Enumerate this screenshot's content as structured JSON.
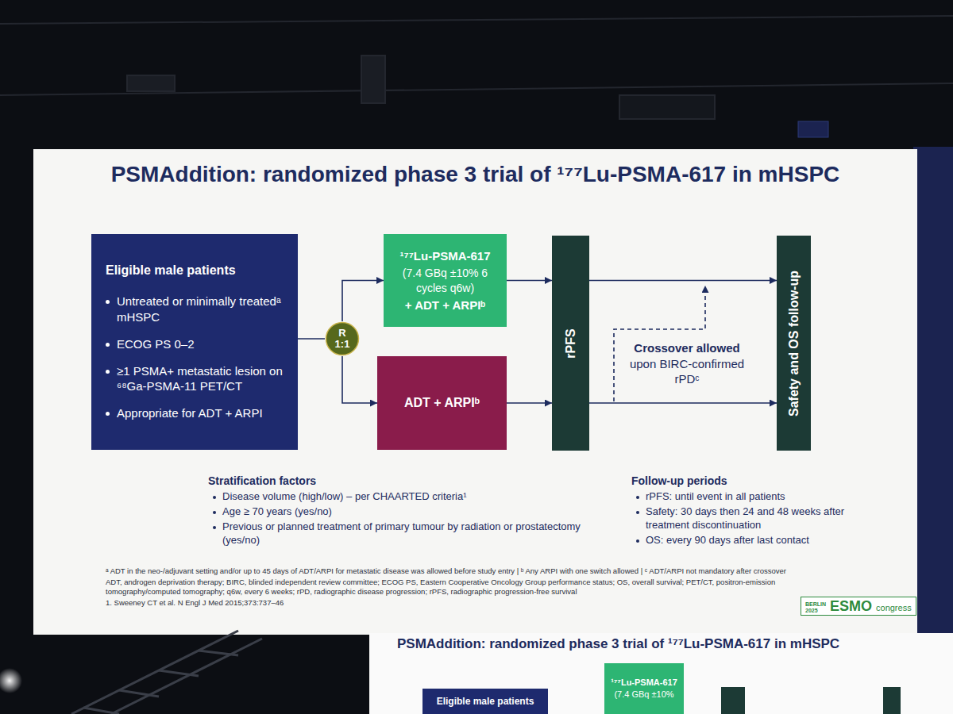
{
  "diagram": {
    "title": "PSMAddition: randomized phase 3 trial of ¹⁷⁷Lu-PSMA-617 in mHSPC",
    "nodes": [
      {
        "text": [
          "Eligible male patients",
          "Untreated or minimally treatedᵃ mHSPC",
          "ECOG PS 0–2",
          "≥1 PSMA+ metastatic lesion on ⁶⁸Ga-PSMA-11 PET/CT",
          "Appropriate for ADT + ARPI"
        ]
      },
      {
        "text": [
          "R",
          "1:1"
        ]
      },
      {
        "text": [
          "¹⁷⁷Lu-PSMA-617",
          "(7.4 GBq ±10% 6 cycles q6w)",
          "+ ADT + ARPIᵇ"
        ]
      },
      {
        "text": [
          "ADT + ARPIᵇ"
        ]
      },
      {
        "text": [
          "rPFS"
        ]
      },
      {
        "text": [
          "Safety and OS follow-up"
        ]
      },
      {
        "text": [
          "Eligible male patients"
        ]
      },
      {
        "text": [
          "¹⁷⁷Lu-PSMA-617",
          "(7.4 GBq ±10%"
        ]
      }
    ],
    "edges": [
      {
        "from": 0,
        "to": 1,
        "arrow": "none"
      },
      {
        "from": 1,
        "to": 2,
        "arrow": "to"
      },
      {
        "from": 1,
        "to": 3,
        "arrow": "to"
      },
      {
        "from": 2,
        "to": 4,
        "arrow": "to"
      },
      {
        "from": 3,
        "to": 4,
        "arrow": "to"
      },
      {
        "from": 4,
        "to": 5,
        "arrow": "to"
      },
      {
        "from": 4,
        "to": 5,
        "arrow": "to"
      }
    ],
    "labels": [
      "Crossover allowed",
      "upon BIRC-confirmed rPDᶜ",
      "Stratification factors",
      "Disease volume (high/low) – per CHAARTED criteria¹",
      "Age ≥ 70 years (yes/no)",
      "Previous or planned treatment of primary tumour by radiation or prostatectomy (yes/no)",
      "Follow-up periods",
      "rPFS: until event in all patients",
      "Safety: 30 days then 24 and 48 weeks after treatment discontinuation",
      "OS: every 90 days after last contact",
      "ᵃ ADT in the neo-/adjuvant setting and/or up to 45 days of ADT/ARPI for metastatic disease was allowed before study entry | ᵇ Any ARPI with one switch allowed | ᶜ ADT/ARPI not mandatory after crossover",
      "ADT, androgen deprivation therapy; BIRC, blinded independent review committee; ECOG PS, Eastern Cooperative Oncology Group performance status; OS, overall survival; PET/CT, positron-emission tomography/computed tomography; q6w, every 6 weeks; rPD, radiographic disease progression; rPFS, radiographic progression-free survival",
      "1. Sweeney CT et al. N Engl J Med 2015;373:737–46",
      "BERLIN 2025",
      "ESMO",
      "congress",
      "PSMAddition: randomized phase 3 trial of ¹⁷⁷Lu-PSMA-617 in mHSPC"
    ]
  }
}
